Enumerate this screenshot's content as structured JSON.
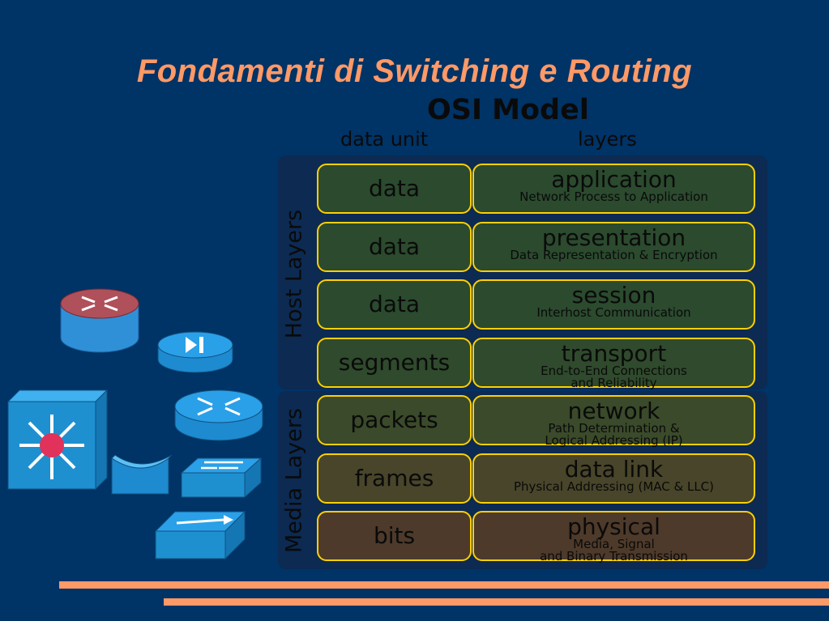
{
  "slide": {
    "title": "Fondamenti di Switching e Routing"
  },
  "osi": {
    "title": "OSI Model",
    "col_data_unit": "data unit",
    "col_layers": "layers",
    "host_label": "Host Layers",
    "media_label": "Media Layers",
    "rows": [
      {
        "unit": "data",
        "name": "application",
        "desc": "Network Process to Application",
        "color": "#2b4a2e"
      },
      {
        "unit": "data",
        "name": "presentation",
        "desc": "Data Representation & Encryption",
        "color": "#2b4a2e"
      },
      {
        "unit": "data",
        "name": "session",
        "desc": "Interhost Communication",
        "color": "#2b4a2e"
      },
      {
        "unit": "segments",
        "name": "transport",
        "desc": "End-to-End Connections\nand Reliability",
        "color": "#2f4a2c"
      },
      {
        "unit": "packets",
        "name": "network",
        "desc": "Path Determination &\nLogical Addressing (IP)",
        "color": "#3a4a2a"
      },
      {
        "unit": "frames",
        "name": "data link",
        "desc": "Physical Addressing (MAC & LLC)",
        "color": "#48452a"
      },
      {
        "unit": "bits",
        "name": "physical",
        "desc": "Media, Signal\nand Binary Transmission",
        "color": "#4d3a2a"
      }
    ]
  },
  "icons": [
    "router-red-icon",
    "media-converter-icon",
    "router-blue-icon",
    "multilayer-switch-icon",
    "network-cloud-icon",
    "workgroup-switch-icon",
    "bridge-icon"
  ],
  "colors": {
    "background": "#003366",
    "title": "#ff9966",
    "accent_line": "#ff9966",
    "icon_blue": "#1e90d0"
  }
}
